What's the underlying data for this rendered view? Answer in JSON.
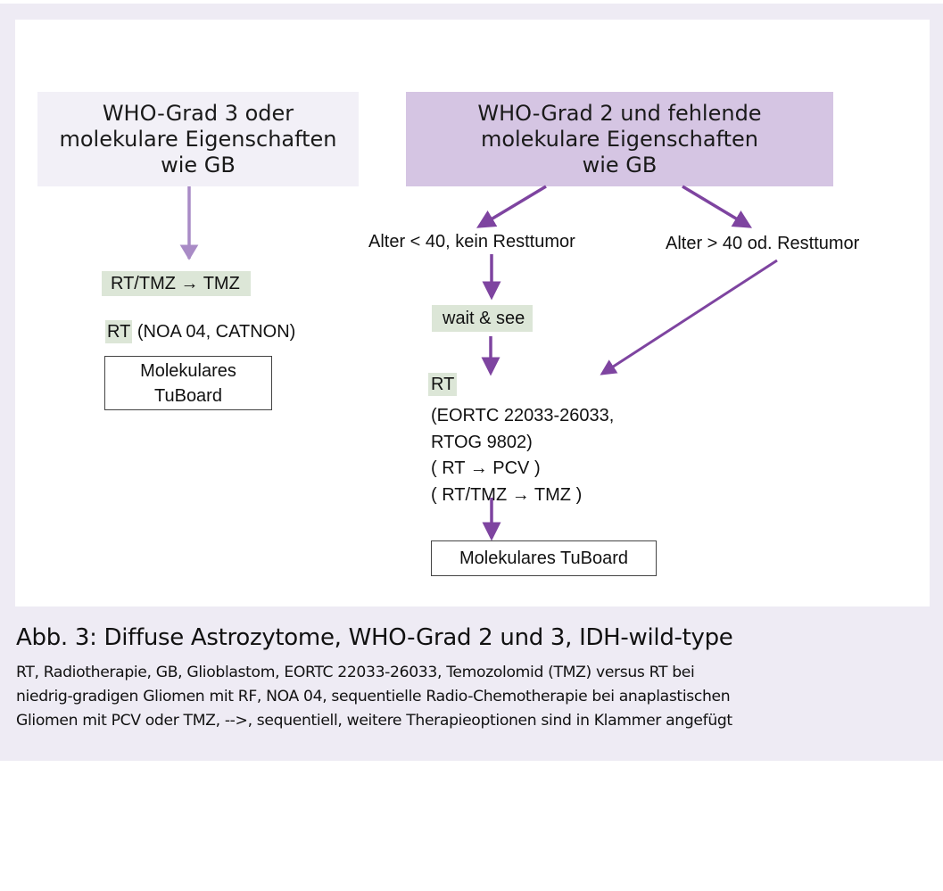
{
  "diagram": {
    "left_branch": {
      "header": [
        "WHO-Grad 3 oder",
        "molekulare Eigenschaften",
        "wie GB"
      ],
      "therapy_primary": "RT/TMZ → TMZ",
      "therapy_secondary_hl": "RT",
      "therapy_secondary_rest": " (NOA 04, CATNON)",
      "board": [
        "Molekulares",
        "TuBoard"
      ]
    },
    "right_branch": {
      "header": [
        "WHO-Grad 2 und fehlende",
        "molekulare Eigenschaften",
        "wie GB"
      ],
      "condition_a": "Alter < 40, kein Resttumor",
      "condition_b": "Alter > 40 od. Resttumor",
      "wait": "wait & see",
      "rt_label": "RT",
      "rt_details": [
        "(EORTC 22033-26033,",
        "RTOG 9802)",
        "( RT → PCV )",
        "( RT/TMZ → TMZ )"
      ],
      "board": "Molekulares TuBoard"
    },
    "colors": {
      "arrow_dark": "#7e44a0",
      "arrow_light": "#a98bc6",
      "header_left_bg": "#f2f0f7",
      "header_right_bg": "#d5c5e3",
      "highlight_bg": "#dce6d7",
      "panel_bg": "#eeebf4"
    }
  },
  "caption": {
    "title": "Abb. 3: Diffuse Astrozytome, WHO-Grad 2 und 3, IDH-wild-type",
    "lines": [
      "RT, Radiotherapie, GB, Glioblastom, EORTC 22033-26033, Temozolomid (TMZ) versus RT bei",
      "niedrig-gradigen Gliomen mit RF, NOA 04, sequentielle Radio-Chemotherapie bei anaplastischen",
      "Gliomen mit PCV oder TMZ, -->, sequentiell, weitere Therapieoptionen sind in Klammer angefügt"
    ]
  }
}
